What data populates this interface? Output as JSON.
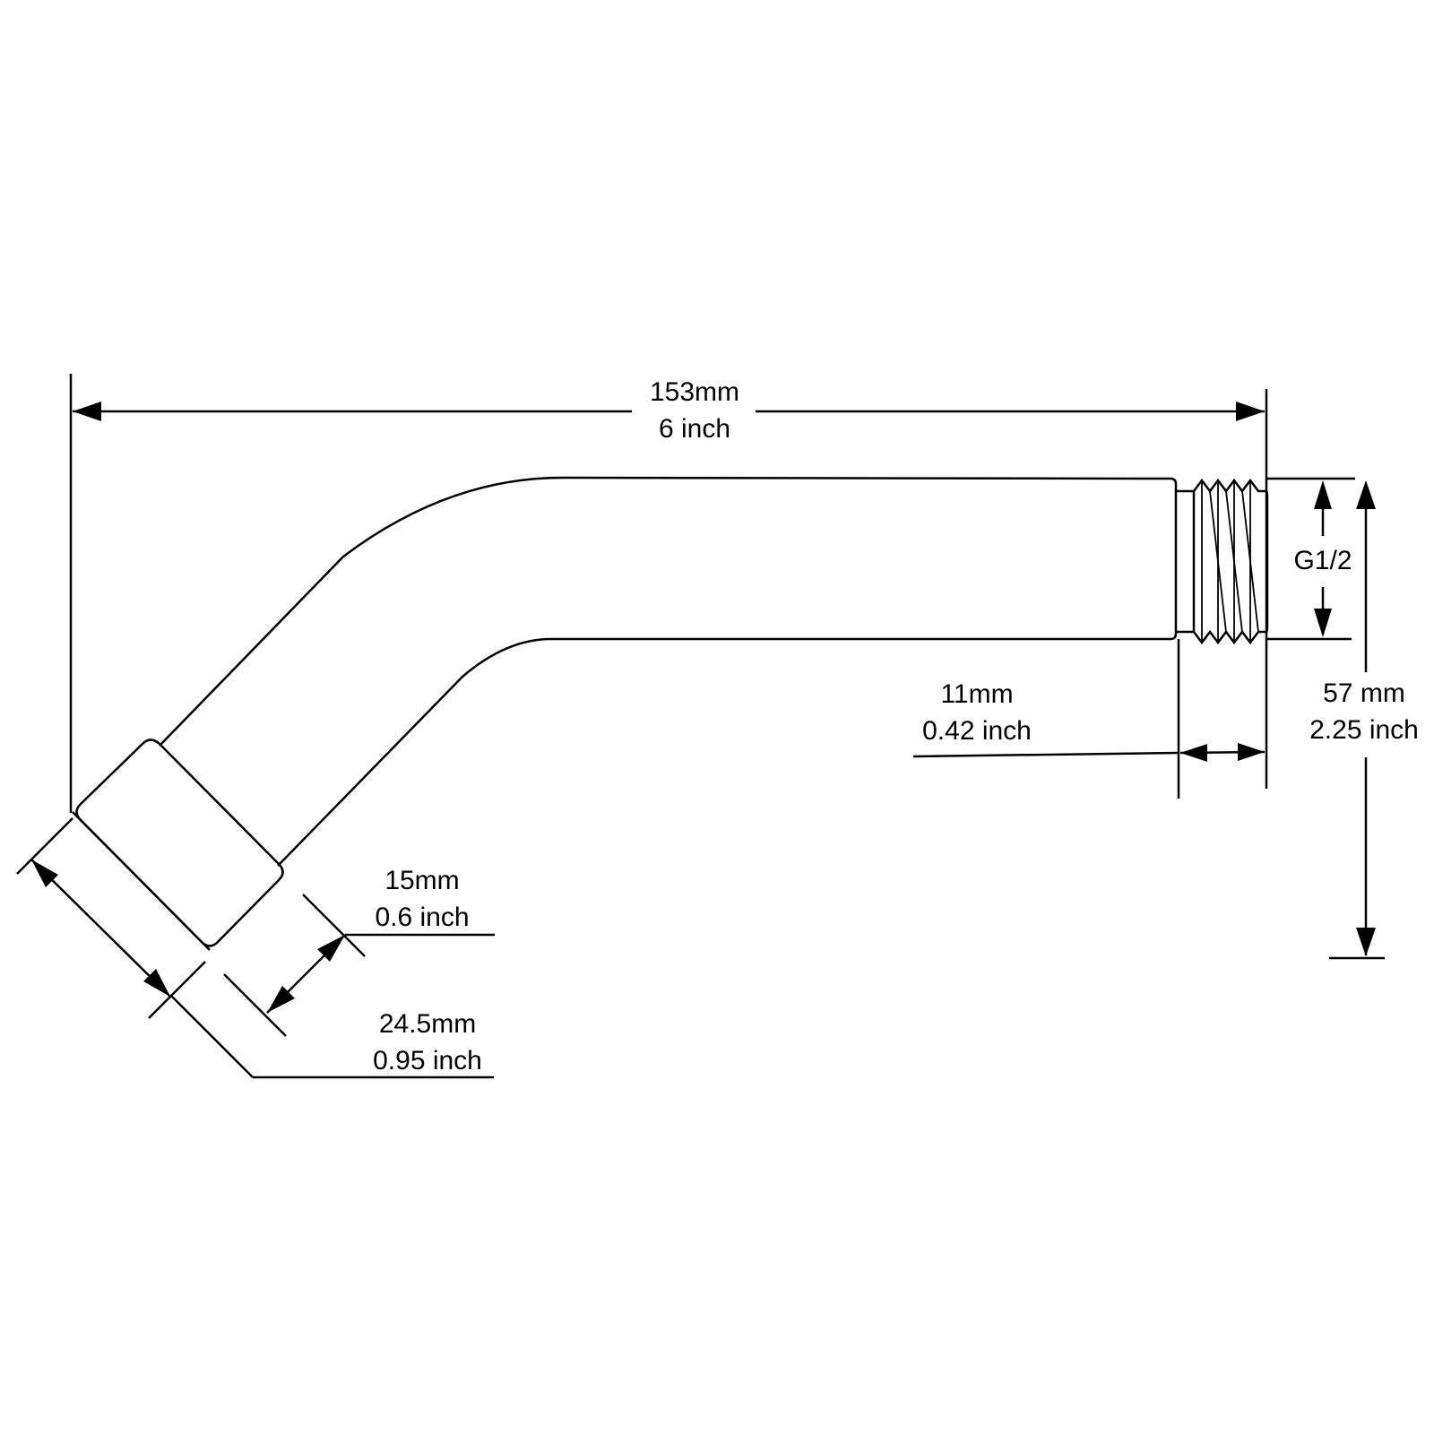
{
  "dimensions": {
    "overall_length": {
      "metric": "153mm",
      "imperial": "6 inch"
    },
    "thread": {
      "label": "G1/2"
    },
    "height": {
      "metric": "57 mm",
      "imperial": "2.25 inch"
    },
    "thread_length": {
      "metric": "11mm",
      "imperial": "0.42 inch"
    },
    "nut_width": {
      "metric": "15mm",
      "imperial": "0.6 inch"
    },
    "nut_diameter": {
      "metric": "24.5mm",
      "imperial": "0.95 inch"
    }
  },
  "colors": {
    "line": "#000000",
    "background": "#ffffff"
  }
}
